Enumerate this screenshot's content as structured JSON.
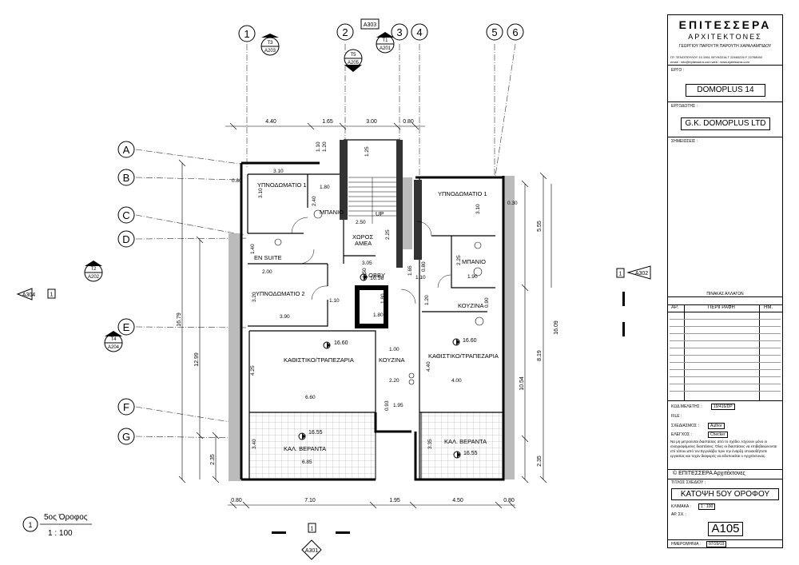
{
  "drawing": {
    "grid_columns": [
      "1",
      "2",
      "3",
      "4",
      "5",
      "6"
    ],
    "grid_rows": [
      "A",
      "B",
      "C",
      "D",
      "E",
      "F",
      "G"
    ],
    "section_markers": [
      {
        "id": "T3",
        "sheet": "A203"
      },
      {
        "id": "T5",
        "sheet": "A205"
      },
      {
        "id": "T1",
        "sheet": "A201"
      },
      {
        "id": "T2",
        "sheet": "A202"
      },
      {
        "id": "T4",
        "sheet": "A204"
      }
    ],
    "elevation_markers": [
      {
        "num": "1",
        "sheet": "A303"
      },
      {
        "num": "1",
        "sheet": "A304"
      },
      {
        "num": "1",
        "sheet": "A302"
      },
      {
        "num": "1",
        "sheet": "A301"
      }
    ],
    "top_dims": [
      "4.40",
      "1.65",
      "3.00",
      "0.80"
    ],
    "bottom_dims": [
      "0.80",
      "7.10",
      "1.95",
      "4.50",
      "0.80"
    ],
    "rooms": {
      "bed1_left": "ΥΠΝΟΔΩΜΑΤΙΟ 1",
      "bath_left": "ΜΠΑΝΙΟ",
      "ensuite": "EN SUITE",
      "bed2": "ΥΠΝΟΔΩΜΑΤΙΟ 2",
      "living_left": "ΚΑΘΙΣΤΙΚΟ/ΤΡΑΠΕΖΑΡΙΑ",
      "kitchen_left": "ΚΟΥΖΙΝΑ",
      "veranda_left": "ΚΑΛ. ΒΕΡΑΝΤΑ",
      "lobby": "LOBBY",
      "accessible_space": "ΧΩΡΟΣ",
      "accessible_space2": "ΑΜΕΑ",
      "up": "UP",
      "bed1_right": "ΥΠΝΟΔΩΜΑΤΙΟ 1",
      "bath_right": "ΜΠΑΝΙΟ",
      "kitchen_right": "ΚΟΥΖΙΝΑ",
      "living_right": "ΚΑΘΙΣΤΙΚΟ/ΤΡΑΠΕΖΑΡΙΑ",
      "veranda_right": "ΚΑΛ. ΒΕΡΑΝΤΑ"
    },
    "levels": {
      "living_left": "16.60",
      "lobby": "16.58",
      "living_right": "16.60",
      "veranda_left": "16.55",
      "veranda_right": "16.55"
    },
    "inner_dims": {
      "d310_top": "3.10",
      "d080_left": "0.80",
      "d180": "1.80",
      "d310_side": "3.10",
      "d240": "2.40",
      "d250": "2.50",
      "d225": "2.25",
      "d140": "1.40",
      "d200": "2.00",
      "d320": "3.20",
      "d110": "1.10",
      "d390": "3.90",
      "d305": "3.05",
      "d150": "1.50",
      "d165": "1.65",
      "d110b": "1.10",
      "d180b": "1.80",
      "d180c": "1.80",
      "d100": "1.00",
      "d425": "4.25",
      "d220": "2.20",
      "d660": "6.60",
      "d093": "0.93",
      "d195": "1.95",
      "d340": "3.40",
      "d685": "6.85",
      "d030": "0.30",
      "d310_right": "3.10",
      "d080b": "0.80",
      "d225b": "2.25",
      "d190": "1.90",
      "d120": "1.20",
      "d090": "0.90",
      "d440": "4.40",
      "d400": "4.00",
      "d335": "3.35",
      "d110c": "1.10",
      "d120top": "1.20",
      "d125": "1.25"
    },
    "vertical_dims": {
      "left_total": "16.79",
      "left_mid": "12.99",
      "left_low": "2.35",
      "right_top": "5.55",
      "right_mid": "8.19",
      "right_total": "16.09",
      "right_low": "10.54",
      "right_bottom": "2.35"
    },
    "floor_label": "5ος Όροφος",
    "floor_num": "1",
    "floor_scale": "1 : 100"
  },
  "title_block": {
    "firm_name": "ΕΠΙΤΕΣΣΕΡΑ",
    "firm_sub": "ΑΡΧΙΤΕΚΤΟΝΕΣ",
    "partners": "ΓΕΩΡΓΙΟΥ ΠΑΡΟΥΤΗ ΠΑΡΟΥΤΗ ΧΑΡΑΛΑΜΠΙΔΟΥ",
    "address": "ΓΡ. ΞΕΝΟΠΟΥΛΟΥ 10 1061 ΛΕΥΚΩΣΙΑ   Τ 22460226   F 22768002",
    "contact": "email : info@epitessera.com        web : www.epitessera.com",
    "project_label": "ΕΡΓΟ :",
    "project": "DOMOPLUS 14",
    "client_label": "ΕΡΓΟΔΟΤΗΣ :",
    "client": "G.K. DOMOPLUS LTD",
    "notes_label": "ΣΗΜΕΙΩΣΕΙΣ :",
    "revisions_title": "ΠΙΝΑΚΑΣ ΑΛΛΑΓΩΝ",
    "rev_cols": [
      "ΑΡ.",
      "ΠΕΡΙΓΡΑΦΗ",
      "ΗΜ."
    ],
    "study_code_label": "ΚΩΔ.ΜΕΛΕΤΗΣ :",
    "study_code": "19/416/DP",
    "file_label": "FILE :",
    "designer_label": "ΣΧΕΔΙΑΣΜΟΣ :",
    "designer": "Author",
    "checker_label": "ΕΛΕΓΧΟΣ :",
    "checker": "Checker",
    "disclaimer": "Να μη μετρούνται διαστάσεις από το σχέδιο. Ισχύουν μόνο οι αναγραφόμενες διαστάσεις. Όλες οι διαστάσεις να επιβεβαιώνονται επί τόπου από τον Εργολάβο πριν την έναρξη οποιασδήποτε εργασίας και τυχόν διαφορές να ειδοποιείται ο Αρχιτέκτονας.",
    "copyright": "© ΕΠΙΤΕΣΣΕΡΑ Αρχιτέκτονες",
    "sheet_title_label": "ΤΙΤΛΟΣ ΣΧΕΔΙΟΥ :",
    "sheet_title": "ΚΑΤΟΨΗ 5ΟΥ ΟΡΟΦΟΥ",
    "scale_label": "ΚΛΙΜΑΚΑ :",
    "scale": "1 : 100",
    "sheet_no_label": "ΑΡ. ΣΧ. :",
    "sheet_no": "A105",
    "date_label": "ΗΜΕΡΟΜΗΝΙΑ :",
    "date": "07/29/19"
  }
}
